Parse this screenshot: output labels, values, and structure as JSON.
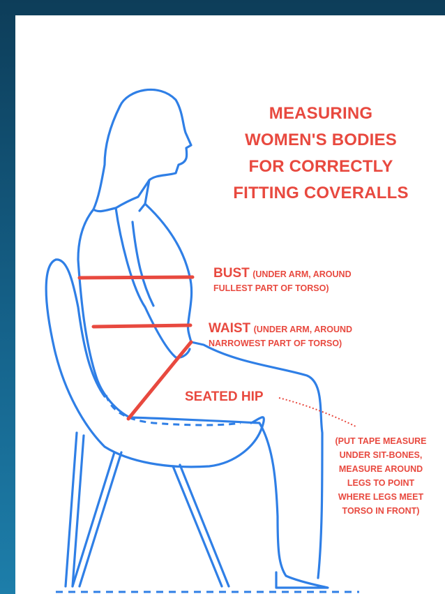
{
  "title": {
    "lines": [
      "MEASURING",
      "WOMEN'S BODIES",
      "FOR CORRECTLY",
      "FITTING COVERALLS"
    ]
  },
  "bust": {
    "label": "BUST",
    "detail1": "(UNDER ARM, AROUND",
    "detail2": "FULLEST PART OF TORSO)"
  },
  "waist": {
    "label": "WAIST",
    "detail1": "(UNDER ARM, AROUND",
    "detail2": "NARROWEST PART OF TORSO)"
  },
  "seated_hip": {
    "label": "SEATED HIP",
    "note_lines": [
      "(PUT TAPE MEASURE",
      "UNDER SIT-BONES,",
      "MEASURE AROUND",
      "LEGS TO POINT",
      "WHERE LEGS MEET",
      "TORSO IN FRONT)"
    ]
  },
  "colors": {
    "outline": "#2f7fe6",
    "measure_line": "#e8493f",
    "text": "#e8493f",
    "frame": "#0f4a6a"
  }
}
